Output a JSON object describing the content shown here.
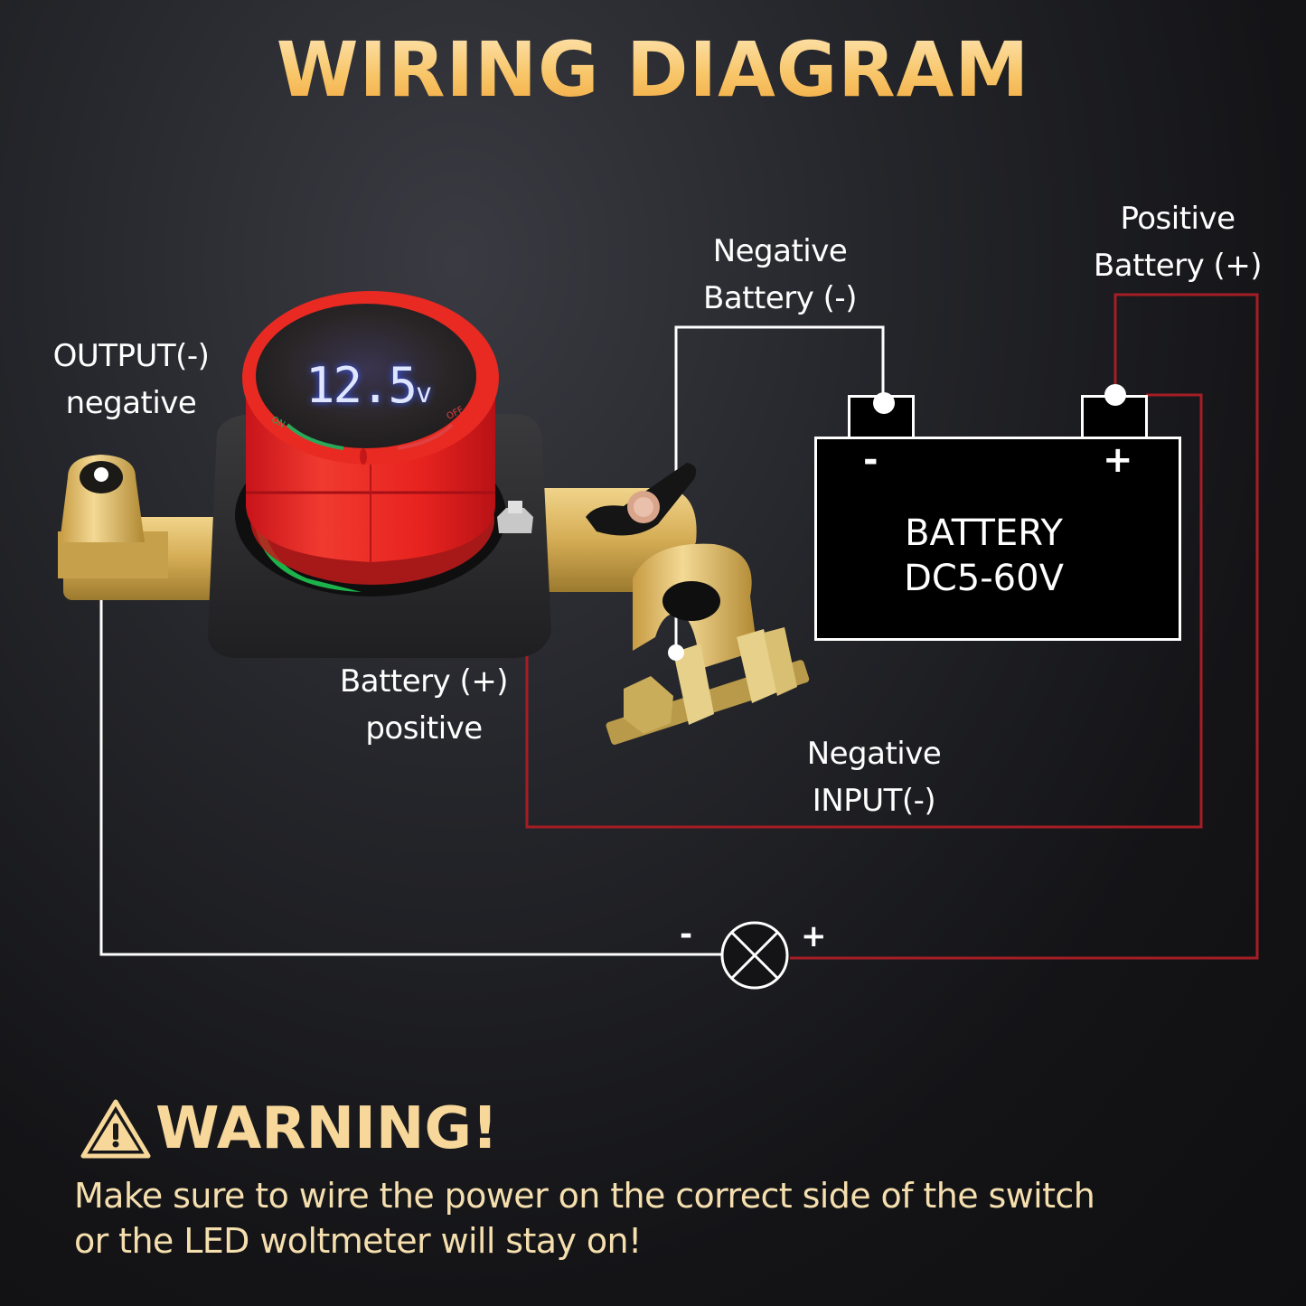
{
  "title": "WIRING DIAGRAM",
  "labels": {
    "output_negative": [
      "OUTPUT(-)",
      "negative"
    ],
    "battery_positive": [
      "Battery  (+)",
      "positive"
    ],
    "negative_battery": [
      "Negative",
      "Battery  (-)"
    ],
    "positive_battery": [
      "Positive",
      "Battery  (+)"
    ],
    "negative_input": [
      "Negative",
      "INPUT(-)"
    ]
  },
  "switch": {
    "display_value": "12.5",
    "display_unit": "v",
    "on_label": "ON",
    "off_label": "OFF"
  },
  "battery": {
    "name": "BATTERY",
    "voltage_range": "DC5-60V",
    "negative_sign": "-",
    "positive_sign": "+"
  },
  "lamp": {
    "icon": "lamp-x-circle-icon",
    "negative_sign": "-",
    "positive_sign": "+"
  },
  "warning": {
    "icon": "warning-triangle-icon",
    "title": "WARNING!",
    "lines": [
      "Make sure to wire the power on the correct side of the switch",
      "or the LED woltmeter will stay on!"
    ]
  },
  "colors": {
    "title_gold": "#f8c66a",
    "warning_cream": "#f6dfae",
    "wire_white": "#ffffff",
    "wire_red": "#b0202a",
    "knob_red": "#e8231f",
    "display_blue": "#4a6bff",
    "brass": "#d9b25a"
  }
}
